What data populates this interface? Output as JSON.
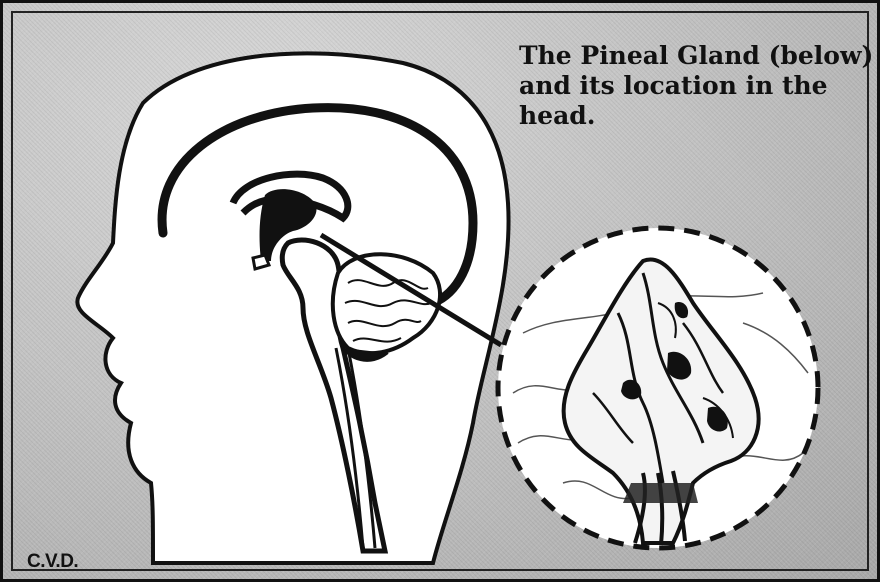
{
  "caption": {
    "line1": "The Pineal Gland (below)",
    "line2": "and its location in the",
    "line3": "head."
  },
  "credit": "C.V.D."
}
